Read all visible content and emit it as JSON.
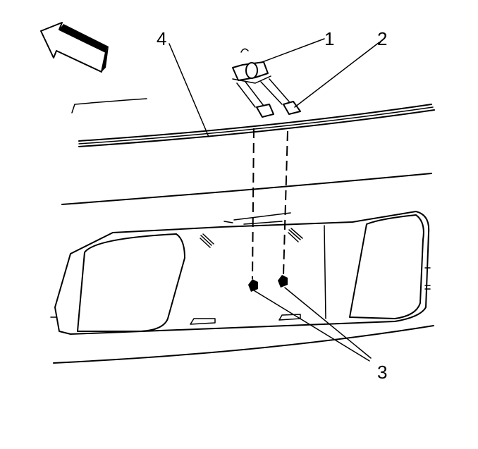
{
  "callouts": [
    {
      "id": "1",
      "label": "1"
    },
    {
      "id": "2",
      "label": "2"
    },
    {
      "id": "3",
      "label": "3"
    },
    {
      "id": "4",
      "label": "4"
    }
  ],
  "icons": {
    "direction_arrow": "forward-arrow-icon"
  }
}
